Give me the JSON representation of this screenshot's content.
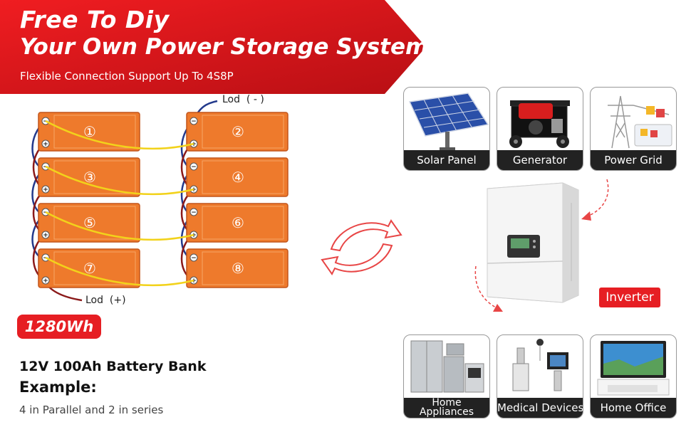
{
  "banner": {
    "title_line1": "Free To Diy",
    "title_line2": "Your Own Power Storage System",
    "subtitle": "Flexible Connection Support Up To 4S8P"
  },
  "diagram": {
    "lod_negative": "Lod  ( - )",
    "lod_positive": "Lod  (+)",
    "battery_numbers": [
      "①",
      "②",
      "③",
      "④",
      "⑤",
      "⑥",
      "⑦",
      "⑧"
    ],
    "minus": "−",
    "plus": "+"
  },
  "badge": "1280Wh",
  "spec": "12V 100Ah Battery Bank",
  "example_label": "Example:",
  "description": "4 in Parallel and 2 in series",
  "sources": [
    "Solar Panel",
    "Generator",
    "Power Grid"
  ],
  "inverter_label": "Inverter",
  "loads": [
    {
      "line1": "Home",
      "line2": "Appliances"
    },
    {
      "label": "Medical Devices"
    },
    {
      "label": "Home Office"
    }
  ],
  "colors": {
    "accent_red": "#e61e23",
    "battery_orange": "#ee7a2c",
    "battery_border": "#c2541a",
    "caption_bg": "#222222"
  }
}
